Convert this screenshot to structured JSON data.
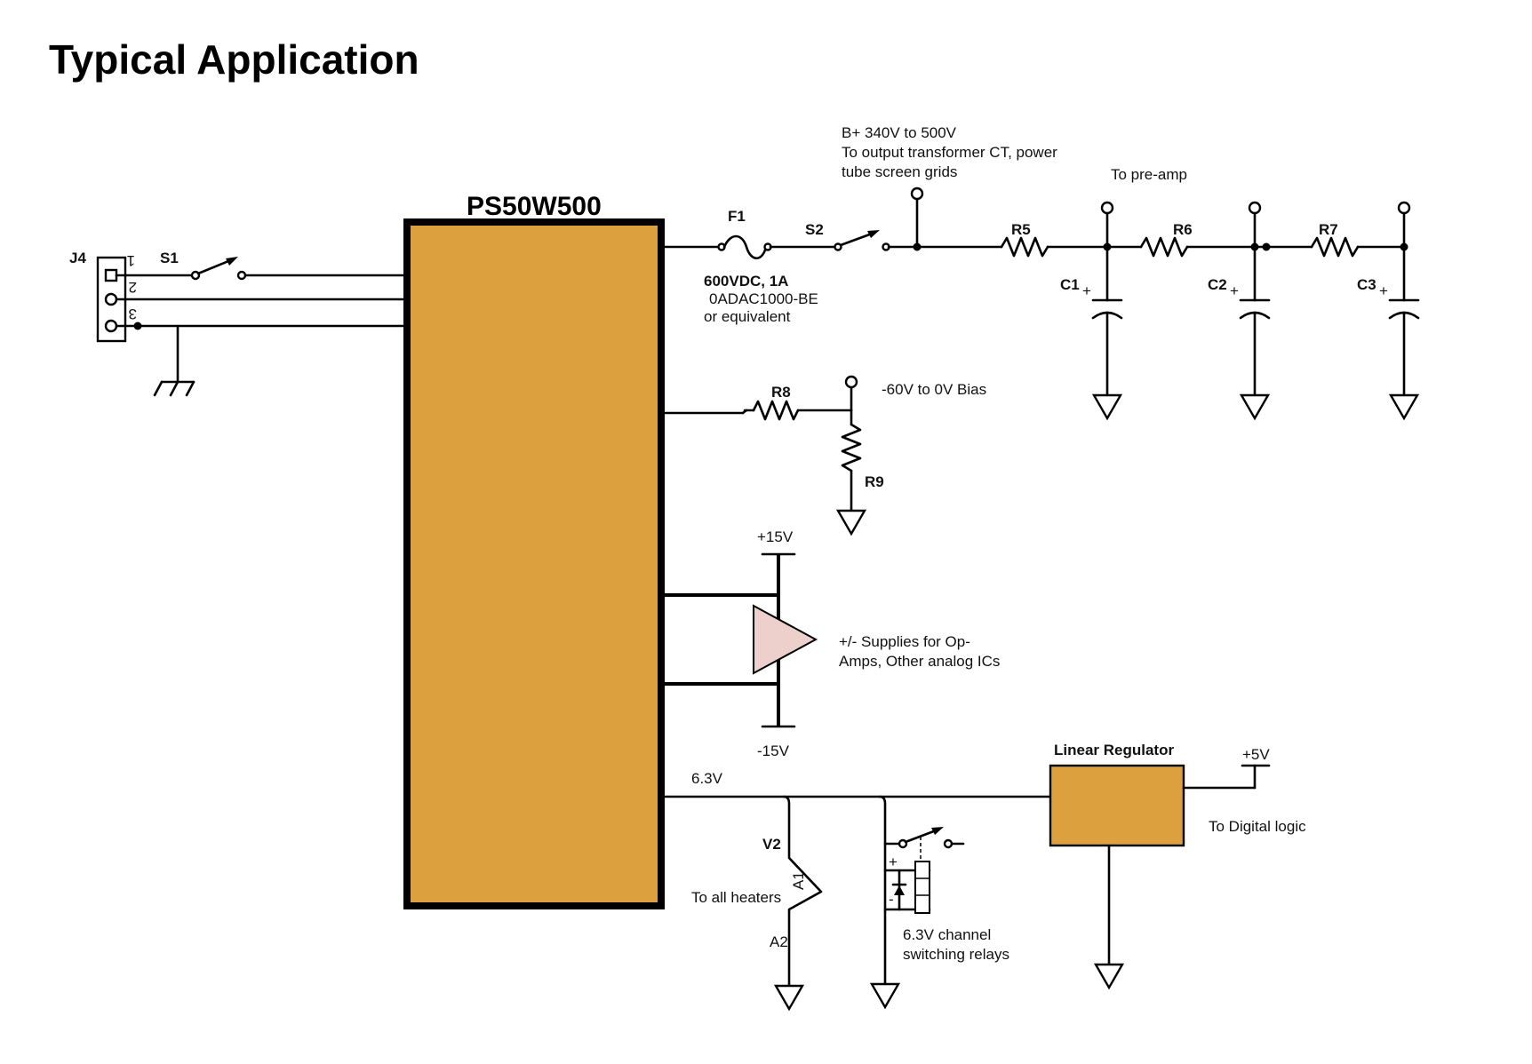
{
  "title": "Typical Application",
  "colors": {
    "module_fill": "#DCA13E",
    "regulator_fill": "#DCA13E",
    "amp_fill": "#EDCFCB",
    "wire": "#000000"
  },
  "module": {
    "name": "PS50W500"
  },
  "input": {
    "connector": "J4",
    "pins": [
      "1",
      "2",
      "3"
    ],
    "switch": "S1"
  },
  "hv_chain": {
    "fuse": "F1",
    "fuse_rating": "600VDC, 1A",
    "fuse_part": "0ADAC1000-BE",
    "fuse_note": "or equivalent",
    "switch": "S2",
    "bplus_line1": "B+ 340V to 500V",
    "bplus_line2": "To output transformer CT, power",
    "bplus_line3": "tube screen grids",
    "preamp_label": "To pre-amp",
    "resistors": [
      "R5",
      "R6",
      "R7"
    ],
    "capacitors": [
      "C1",
      "C2",
      "C3"
    ],
    "cap_polarity": "+"
  },
  "bias": {
    "r_series": "R8",
    "r_shunt": "R9",
    "label": "-60V to 0V Bias"
  },
  "opamp_supply": {
    "pos": "+15V",
    "neg": "-15V",
    "line1": "+/- Supplies for Op-",
    "line2": "Amps, Other analog ICs"
  },
  "heater": {
    "rail": "6.3V",
    "tube": "V2",
    "pin_a1": "A1",
    "pin_a2": "A2",
    "label": "To all heaters"
  },
  "relay": {
    "plus": "+",
    "minus": "-",
    "line1": "6.3V channel",
    "line2": "switching relays"
  },
  "regulator": {
    "name": "Linear Regulator",
    "out": "+5V",
    "label": "To Digital logic"
  }
}
